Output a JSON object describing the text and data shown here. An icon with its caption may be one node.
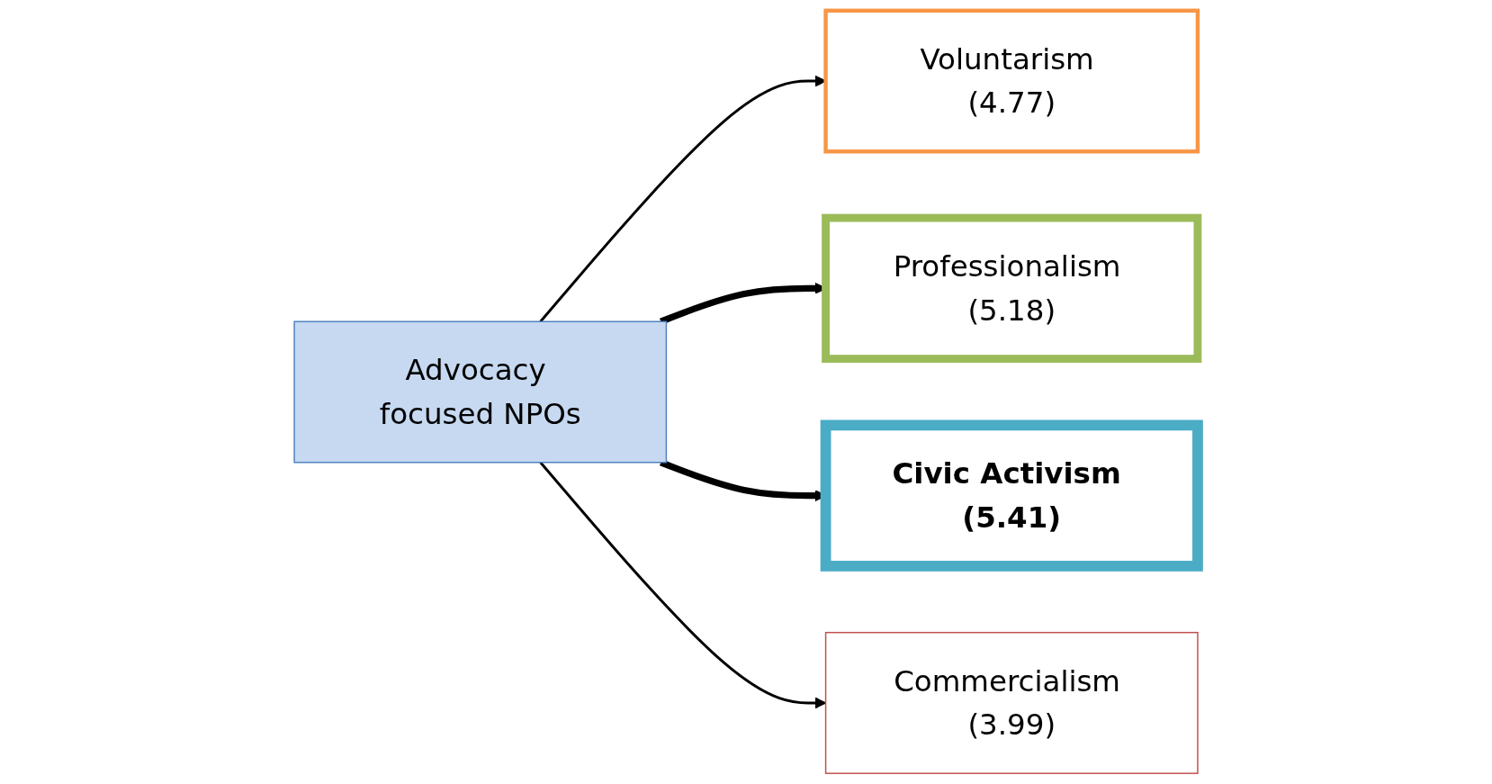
{
  "diagram": {
    "nodes": [
      {
        "text": [
          "Voluntarism (4.77)"
        ]
      },
      {
        "text": [
          "Professionalism (5.18)"
        ]
      },
      {
        "text": [
          "Advocacy focused NPOs"
        ]
      },
      {
        "text": [
          "Civic Activism (5.41)"
        ]
      },
      {
        "text": [
          "Commercialism (3.99)"
        ]
      }
    ],
    "edges": [
      {
        "from": 2,
        "to": 0,
        "arrow": "to"
      },
      {
        "from": 2,
        "to": 1,
        "arrow": "to",
        "style": "thick"
      },
      {
        "from": 2,
        "to": 3,
        "arrow": "to",
        "style": "thick"
      },
      {
        "from": 2,
        "to": 4,
        "arrow": "to"
      }
    ]
  }
}
